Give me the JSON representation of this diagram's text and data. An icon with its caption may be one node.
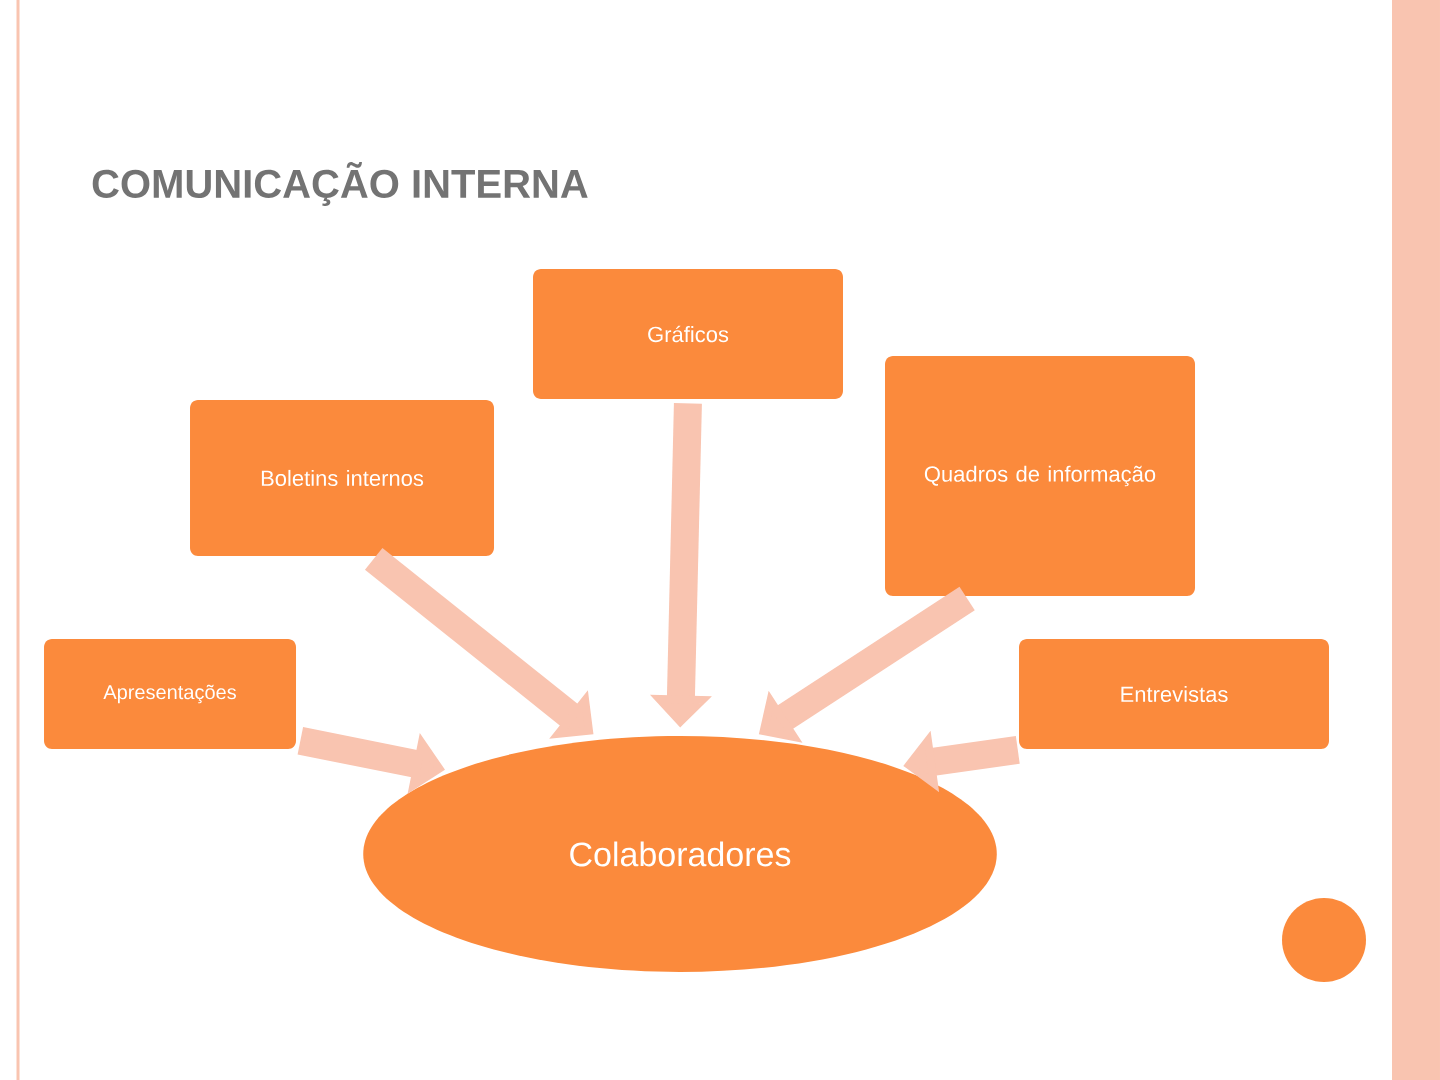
{
  "diagram": {
    "title": "COMUNICAÇÃO INTERNA",
    "nodes": [
      {
        "text": [
          "Gráficos"
        ]
      },
      {
        "text": [
          "Boletins internos"
        ]
      },
      {
        "text": [
          "Quadros de informação"
        ]
      },
      {
        "text": [
          "Apresentações"
        ]
      },
      {
        "text": [
          "Entrevistas"
        ]
      },
      {
        "text": [
          "Colaboradores"
        ]
      }
    ],
    "edges": [
      {
        "from": 0,
        "to": 5,
        "arrow": "to"
      },
      {
        "from": 1,
        "to": 5,
        "arrow": "to"
      },
      {
        "from": 2,
        "to": 5,
        "arrow": "to"
      },
      {
        "from": 3,
        "to": 5,
        "arrow": "to"
      },
      {
        "from": 4,
        "to": 5,
        "arrow": "to"
      }
    ]
  }
}
